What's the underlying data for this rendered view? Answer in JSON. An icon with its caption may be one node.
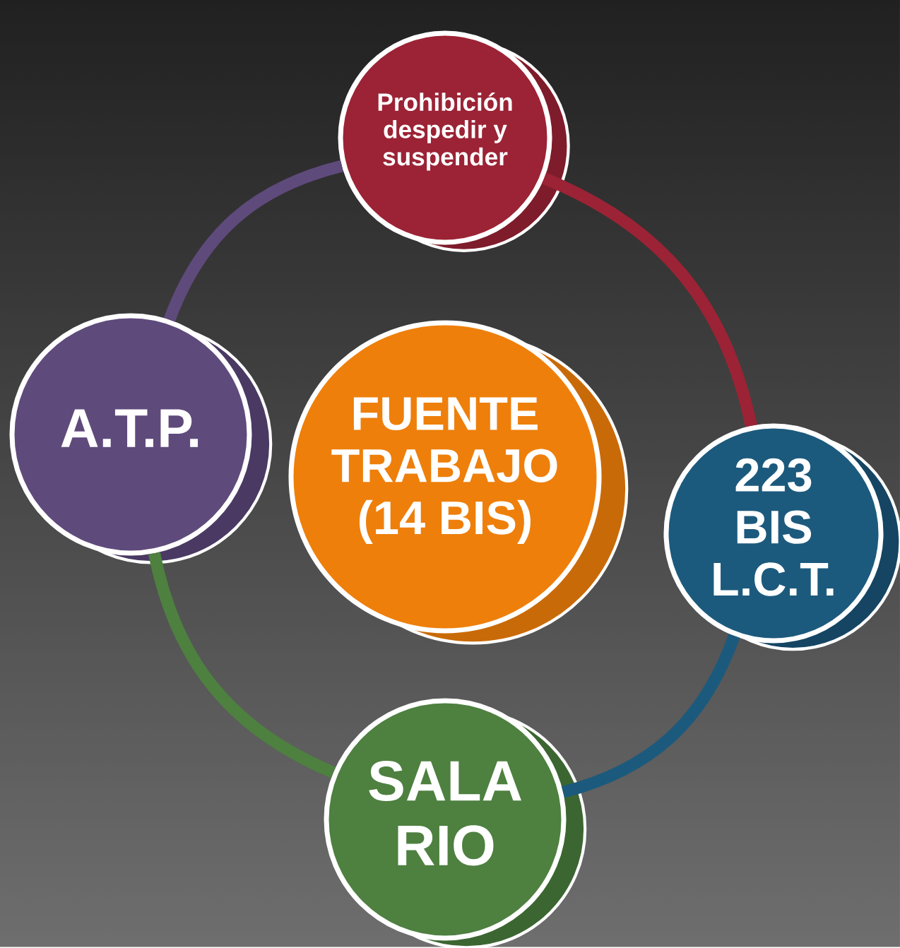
{
  "diagram": {
    "nodes": [
      {
        "text": [
          "Prohibición despedir y suspender"
        ]
      },
      {
        "text": [
          "A.T.P."
        ]
      },
      {
        "text": [
          "FUENTE TRABAJO (14 BIS)"
        ]
      },
      {
        "text": [
          "223 BIS L.C.T."
        ]
      },
      {
        "text": [
          "SALA RIO"
        ]
      }
    ],
    "edges": [
      {
        "from": 0,
        "to": 3,
        "arrow": "none",
        "color": "#9b2335"
      },
      {
        "from": 3,
        "to": 4,
        "arrow": "none",
        "color": "#1c5a7d"
      },
      {
        "from": 4,
        "to": 1,
        "arrow": "none",
        "color": "#4e8040"
      },
      {
        "from": 1,
        "to": 0,
        "arrow": "none",
        "color": "#5f4a7c"
      }
    ]
  }
}
